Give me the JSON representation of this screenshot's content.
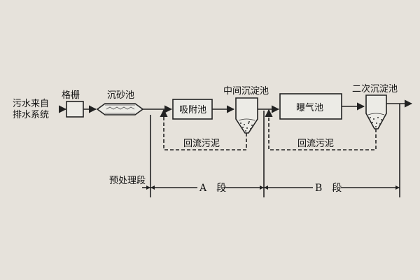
{
  "diagram": {
    "inlet_line1": "污水来自",
    "inlet_line2": "排水系统",
    "screen": "格栅",
    "grit_chamber": "沉砂池",
    "adsorption_tank": "吸附池",
    "intermediate_clarifier": "中间沉淀池",
    "aeration_tank": "曝气池",
    "secondary_clarifier": "二次沉淀池",
    "return_sludge_a": "回流污泥",
    "return_sludge_b": "回流污泥",
    "pretreatment_stage": "预处理段",
    "stage_a": "A　段",
    "stage_b": "B　段"
  }
}
